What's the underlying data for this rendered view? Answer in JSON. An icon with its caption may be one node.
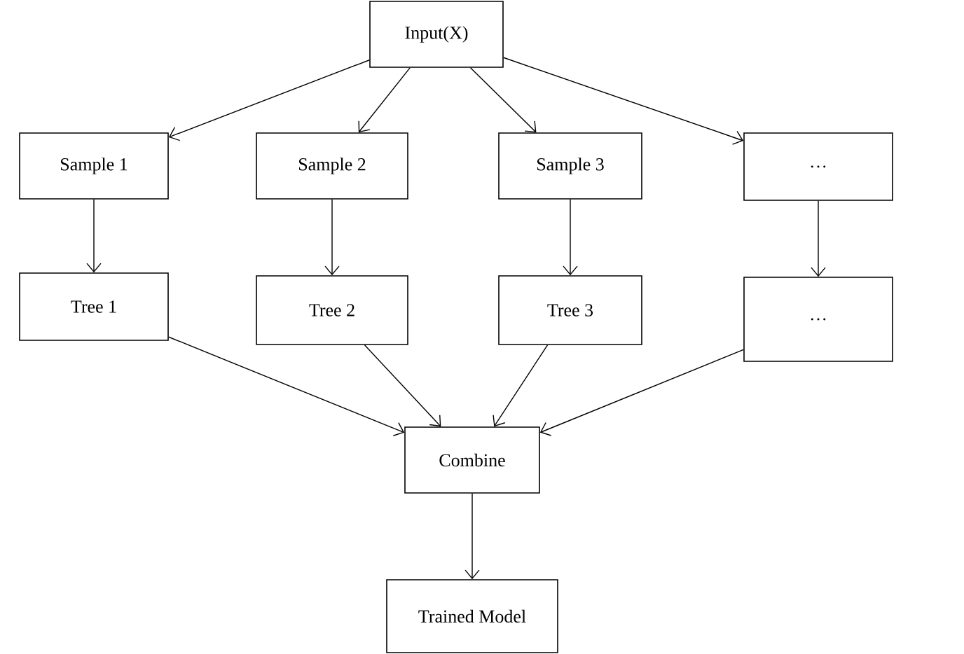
{
  "diagram": {
    "nodes": [
      {
        "text": [
          "Input(X)"
        ]
      },
      {
        "text": [
          "Sample 1"
        ]
      },
      {
        "text": [
          "Sample 2"
        ]
      },
      {
        "text": [
          "Sample 3"
        ]
      },
      {
        "text": [
          "…"
        ]
      },
      {
        "text": [
          "Tree 1"
        ]
      },
      {
        "text": [
          "Tree 2"
        ]
      },
      {
        "text": [
          "Tree 3"
        ]
      },
      {
        "text": [
          "…"
        ]
      },
      {
        "text": [
          "Combine"
        ]
      },
      {
        "text": [
          "Trained Model"
        ]
      }
    ],
    "edges": [
      {
        "from": 0,
        "to": 1,
        "arrow": "to"
      },
      {
        "from": 0,
        "to": 2,
        "arrow": "to"
      },
      {
        "from": 0,
        "to": 3,
        "arrow": "to"
      },
      {
        "from": 0,
        "to": 4,
        "arrow": "to"
      },
      {
        "from": 1,
        "to": 5,
        "arrow": "to"
      },
      {
        "from": 2,
        "to": 6,
        "arrow": "to"
      },
      {
        "from": 3,
        "to": 7,
        "arrow": "to"
      },
      {
        "from": 4,
        "to": 8,
        "arrow": "to"
      },
      {
        "from": 5,
        "to": 9,
        "arrow": "to"
      },
      {
        "from": 6,
        "to": 9,
        "arrow": "to"
      },
      {
        "from": 7,
        "to": 9,
        "arrow": "to"
      },
      {
        "from": 8,
        "to": 9,
        "arrow": "to"
      },
      {
        "from": 9,
        "to": 10,
        "arrow": "to"
      }
    ]
  }
}
